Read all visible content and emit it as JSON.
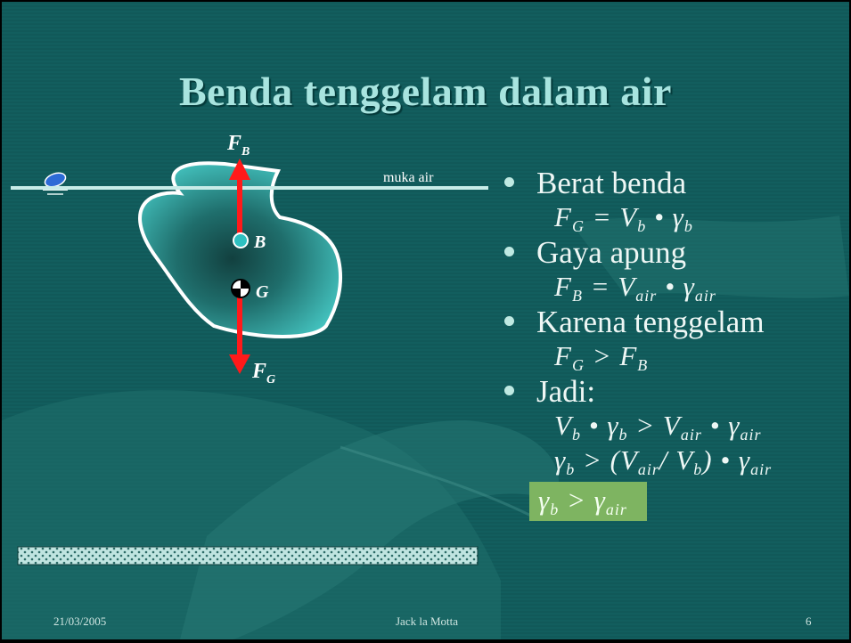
{
  "slide": {
    "title": "Benda tenggelam dalam air",
    "footer": {
      "date": "21/03/2005",
      "author": "Jack la Motta",
      "page": "6"
    }
  },
  "diagram": {
    "water_surface_label": "muka air",
    "labels": {
      "buoyancy_force": "F",
      "buoyancy_force_sub": "B",
      "weight_force": "F",
      "weight_force_sub": "G",
      "center_buoyancy": "B",
      "center_gravity": "G"
    },
    "colors": {
      "force_arrow": "#ff1a1a",
      "body_fill_center": "#12403f",
      "body_fill_edge": "#46c8c4",
      "water_line": "#c8ece8",
      "buoyancy_point": "#2ec0c0"
    },
    "icons": [
      "water-level-icon",
      "center-of-gravity-icon",
      "riverbed-hatch"
    ]
  },
  "bullets": [
    {
      "label": "Berat benda",
      "formula": [
        "F",
        "G",
        " = V",
        "b",
        " • γ",
        "b",
        ""
      ]
    },
    {
      "label": "Gaya apung",
      "formula": [
        "F",
        "B",
        " = V",
        "air",
        " • γ",
        "air",
        ""
      ]
    },
    {
      "label": "Karena tenggelam",
      "formula": [
        "F",
        "G",
        " > F",
        "B",
        ""
      ]
    },
    {
      "label": "Jadi:",
      "formulas": [
        [
          "V",
          "b",
          " • γ",
          "b",
          " > V",
          "air",
          " • γ",
          "air",
          ""
        ],
        [
          "γ",
          "b",
          " > (V",
          "air",
          "/ V",
          "b",
          ") • γ",
          "air",
          ""
        ]
      ]
    }
  ],
  "conclusion": [
    "γ",
    "b",
    " > γ",
    "air",
    ""
  ],
  "accent_colors": {
    "background": "#125e5e",
    "conclusion_box": "#7eb461",
    "title": "#a8e4df"
  }
}
